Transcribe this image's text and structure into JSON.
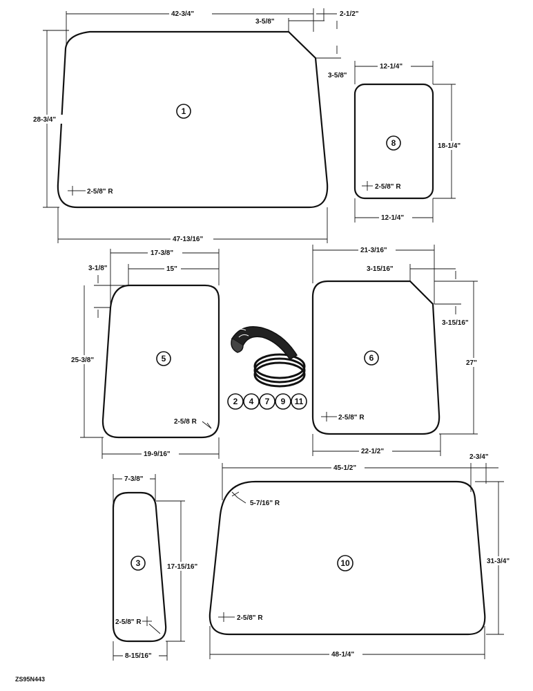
{
  "drawing_code": "ZS95N443",
  "panels": {
    "p1": {
      "number": "1",
      "top_width": "42-3/4\"",
      "corner_top": "3-5/8\"",
      "corner_side": "3-5/8\"",
      "lean": "2-1/2\"",
      "height": "28-3/4\"",
      "bottom_width": "47-13/16\"",
      "radius": "2-5/8\" R"
    },
    "p8": {
      "number": "8",
      "top_width": "12-1/4\"",
      "height": "18-1/4\"",
      "bottom_width": "12-1/4\"",
      "radius": "2-5/8\" R"
    },
    "p5": {
      "number": "5",
      "overall_top": "17-3/8\"",
      "top_width": "15\"",
      "corner": "3-1/8\"",
      "height": "25-3/8\"",
      "bottom_width": "19-9/16\"",
      "radius": "2-5/8 R"
    },
    "p6": {
      "number": "6",
      "top_width": "21-3/16\"",
      "corner_top": "3-15/16\"",
      "corner_side": "3-15/16\"",
      "height": "27\"",
      "bottom_width": "22-1/2\"",
      "radius": "2-5/8\" R"
    },
    "p3": {
      "number": "3",
      "top_width": "7-3/8\"",
      "height": "17-15/16\"",
      "bottom_width": "8-15/16\"",
      "radius": "2-5/8\" R"
    },
    "p10": {
      "number": "10",
      "top_width": "45-1/2\"",
      "lean": "2-3/4\"",
      "height": "31-3/4\"",
      "bottom_width": "48-1/4\"",
      "radius_top": "5-7/16\" R",
      "radius_bottom": "2-5/8\" R"
    }
  },
  "seal_parts": [
    "2",
    "4",
    "7",
    "9",
    "11"
  ]
}
